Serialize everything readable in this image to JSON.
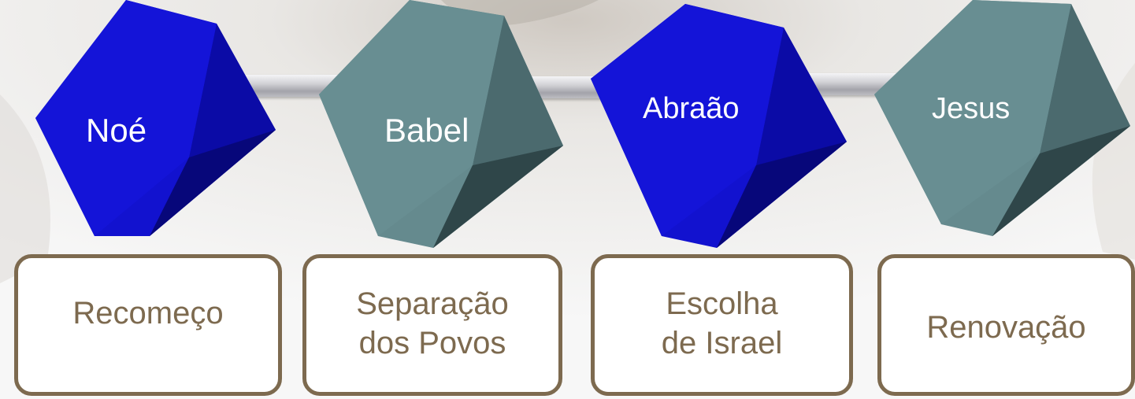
{
  "colors": {
    "blue_cube": "#1010d0",
    "gray_cube": "#5f8589",
    "box_border": "#7d6a4f",
    "box_text": "#7d6a4f"
  },
  "cubes": [
    {
      "label": "Noé",
      "color": "blue"
    },
    {
      "label": "Babel",
      "color": "gray"
    },
    {
      "label": "Abraão",
      "color": "blue"
    },
    {
      "label": "Jesus",
      "color": "gray"
    }
  ],
  "boxes": [
    {
      "lines": [
        "Recomeço"
      ]
    },
    {
      "lines": [
        "Separação",
        "dos Povos"
      ]
    },
    {
      "lines": [
        "Escolha",
        "de Israel"
      ]
    },
    {
      "lines": [
        "Renovação"
      ]
    }
  ]
}
